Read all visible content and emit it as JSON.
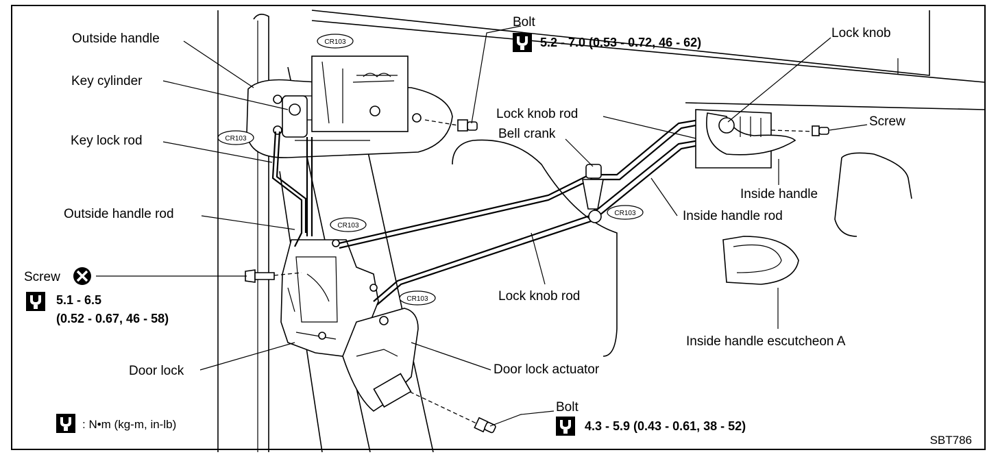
{
  "diagram": {
    "code": "SBT786",
    "labels": {
      "outside_handle": "Outside handle",
      "key_cylinder": "Key cylinder",
      "key_lock_rod": "Key lock rod",
      "outside_handle_rod": "Outside handle rod",
      "screw_left": "Screw",
      "door_lock": "Door lock",
      "bolt_top": "Bolt",
      "lock_knob": "Lock knob",
      "lock_knob_rod_top": "Lock knob rod",
      "bell_crank": "Bell crank",
      "screw_right": "Screw",
      "inside_handle": "Inside handle",
      "inside_handle_rod": "Inside handle rod",
      "lock_knob_rod_mid": "Lock knob rod",
      "inside_handle_escutcheon": "Inside handle escutcheon A",
      "door_lock_actuator": "Door lock actuator",
      "bolt_bottom": "Bolt"
    },
    "torques": {
      "bolt_top": "5.2 - 7.0 (0.53 - 0.72, 46 - 62)",
      "screw_left_line1": "5.1 - 6.5",
      "screw_left_line2": "(0.52 - 0.67, 46 - 58)",
      "bolt_bottom": "4.3 - 5.9 (0.43 - 0.61, 38 - 52)"
    },
    "legend_units": ": N•m (kg-m, in-lb)",
    "part_tags": [
      "CR103",
      "CR103",
      "CR103",
      "CR103",
      "CR103"
    ],
    "icons": {
      "torque": "torque-wrench-icon",
      "no_reuse": "do-not-reuse-icon"
    },
    "colors": {
      "ink": "#000000",
      "paper": "#ffffff"
    }
  }
}
